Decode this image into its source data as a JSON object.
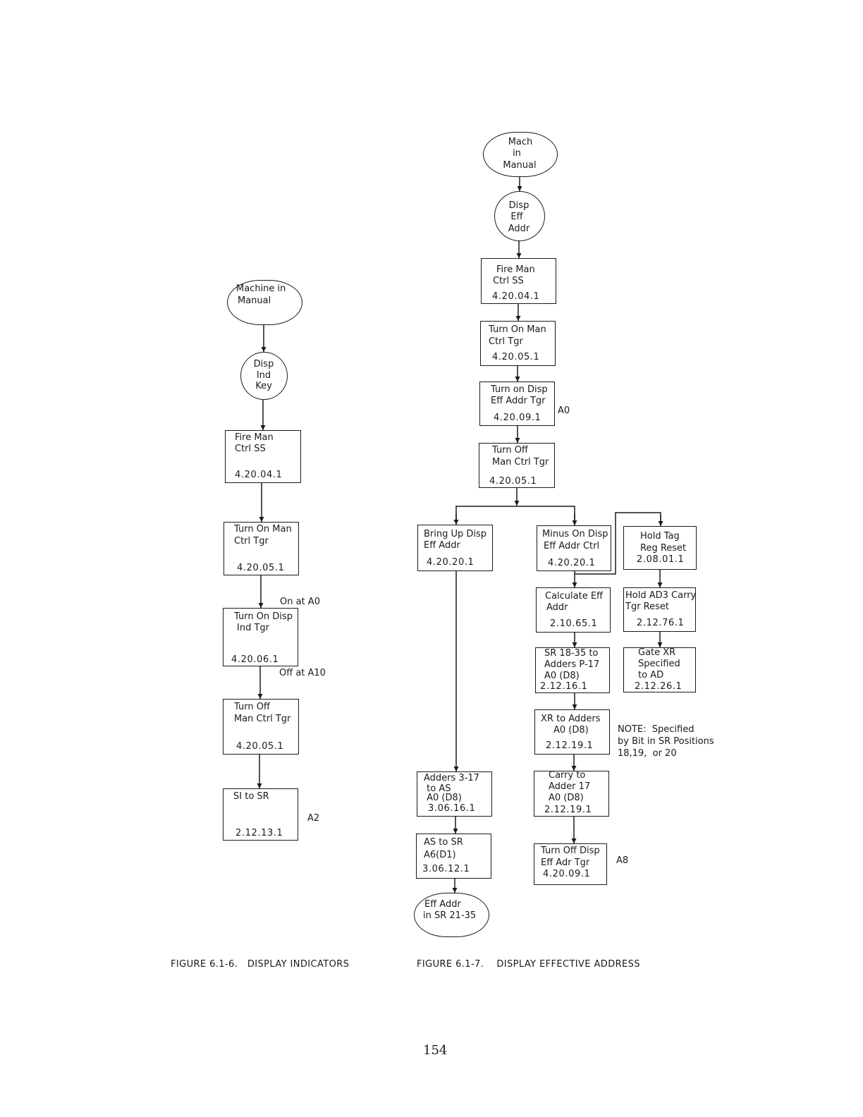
{
  "fig1": {
    "start": [
      "Machine in",
      "Manual"
    ],
    "circle": [
      "Disp",
      "Ind",
      "Key"
    ],
    "b1": {
      "text": [
        "Fire Man",
        "Ctrl SS"
      ],
      "code": "4.20.04.1"
    },
    "b2": {
      "text": [
        "Turn On Man",
        "Ctrl Tgr"
      ],
      "code": "4.20.05.1"
    },
    "label_on": "On at A0",
    "b3": {
      "text": [
        "Turn On Disp",
        "Ind Tgr"
      ],
      "code": "4.20.06.1"
    },
    "label_off": "Off at A10",
    "b4": {
      "text": [
        "Turn Off",
        "Man Ctrl Tgr"
      ],
      "code": "4.20.05.1"
    },
    "b5": {
      "text": [
        "SI to SR"
      ],
      "code": "2.12.13.1"
    },
    "label_a2": "A2",
    "caption": "FIGURE 6.1-6.   DISPLAY INDICATORS"
  },
  "fig2": {
    "start": [
      "Mach",
      "in",
      "Manual"
    ],
    "circle": [
      "Disp",
      "Eff",
      "Addr"
    ],
    "m1": {
      "text": [
        "Fire Man",
        "Ctrl SS"
      ],
      "code": "4.20.04.1"
    },
    "m2": {
      "text": [
        "Turn On Man",
        "Ctrl Tgr"
      ],
      "code": "4.20.05.1"
    },
    "m3": {
      "text": [
        "Turn on Disp",
        "Eff Addr Tgr"
      ],
      "code": "4.20.09.1"
    },
    "label_a0": "A0",
    "m4": {
      "text": [
        "Turn Off",
        "Man Ctrl Tgr"
      ],
      "code": "4.20.05.1"
    },
    "l1": {
      "text": [
        "Bring Up Disp",
        "Eff Addr"
      ],
      "code": "4.20.20.1"
    },
    "l2": {
      "text": [
        "Adders 3-17",
        " to AS",
        " A0 (D8)"
      ],
      "code": "3.06.16.1"
    },
    "l3": {
      "text": [
        "AS to SR",
        "A6(D1)"
      ],
      "code": "3.06.12.1"
    },
    "end": [
      "Eff Addr",
      "in SR 21-35"
    ],
    "c1": {
      "text": [
        "Minus On Disp",
        "Eff Addr Ctrl"
      ],
      "code": "4.20.20.1"
    },
    "c2": {
      "text": [
        "Calculate Eff",
        "Addr"
      ],
      "code": "2.10.65.1"
    },
    "c3": {
      "text": [
        "SR 18-35 to",
        "Adders P-17",
        "A0 (D8)"
      ],
      "code": "2.12.16.1"
    },
    "c4": {
      "text": [
        "XR to Adders",
        "A0 (D8)"
      ],
      "code": "2.12.19.1"
    },
    "c5": {
      "text": [
        "Carry to",
        "Adder 17",
        "A0 (D8)"
      ],
      "code": "2.12.19.1"
    },
    "c6": {
      "text": [
        "Turn Off Disp",
        "Eff Adr Tgr"
      ],
      "code": "4.20.09.1"
    },
    "label_a8": "A8",
    "r1": {
      "text": [
        "Hold Tag",
        "Reg Reset"
      ],
      "code": "2.08.01.1"
    },
    "r2": {
      "text": [
        "Hold AD3 Carry",
        "Tgr Reset"
      ],
      "code": "2.12.76.1"
    },
    "r3": {
      "text": [
        "Gate XR",
        "Specified",
        "to AD"
      ],
      "code": "2.12.26.1"
    },
    "note": [
      "NOTE:  Specified",
      "by Bit in SR Positions",
      "18,19,  or 20"
    ],
    "caption": "FIGURE 6.1-7.    DISPLAY EFFECTIVE ADDRESS"
  },
  "page_number": "154"
}
